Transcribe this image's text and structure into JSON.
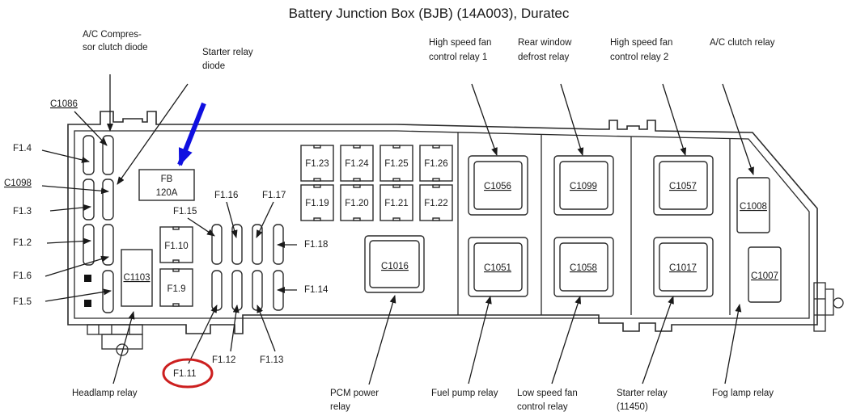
{
  "title": "Battery Junction Box (BJB) (14A003), Duratec",
  "highlight": {
    "arrow_color": "#1010e0",
    "circle_color": "#cc1f1f",
    "circled_label": "F1.11",
    "arrow_target": "FB 120A"
  },
  "top_labels": {
    "ac_compressor_diode": [
      "A/C Compres-",
      "sor clutch diode"
    ],
    "starter_relay_diode": [
      "Starter relay",
      "diode"
    ],
    "hs_fan_relay_1": [
      "High speed fan",
      "control relay 1"
    ],
    "rear_defrost_relay": [
      "Rear window",
      "defrost relay"
    ],
    "hs_fan_relay_2": [
      "High speed fan",
      "control relay 2"
    ],
    "ac_clutch_relay": [
      "A/C clutch relay"
    ]
  },
  "bottom_labels": {
    "headlamp_relay": [
      "Headlamp relay"
    ],
    "pcm_power_relay": [
      "PCM power",
      "relay"
    ],
    "fuel_pump_relay": [
      "Fuel pump relay"
    ],
    "low_speed_fan_relay": [
      "Low speed fan",
      "control relay"
    ],
    "starter_relay": [
      "Starter relay",
      "(11450)"
    ],
    "fog_lamp_relay": [
      "Fog lamp relay"
    ]
  },
  "left_labels": {
    "c1086": "C1086",
    "f1_4": "F1.4",
    "c1098": "C1098",
    "f1_3": "F1.3",
    "f1_2": "F1.2",
    "f1_6": "F1.6",
    "f1_5": "F1.5"
  },
  "fuse_labels": {
    "fb": [
      "FB",
      "120A"
    ],
    "f1_15": "F1.15",
    "f1_16": "F1.16",
    "f1_17": "F1.17",
    "f1_18": "F1.18",
    "f1_14": "F1.14",
    "f1_10": "F1.10",
    "f1_9": "F1.9",
    "c1103": "C1103",
    "f1_11": "F1.11",
    "f1_12": "F1.12",
    "f1_13": "F1.13"
  },
  "mini_fuses_top": [
    "F1.23",
    "F1.24",
    "F1.25",
    "F1.26"
  ],
  "mini_fuses_bottom": [
    "F1.19",
    "F1.20",
    "F1.21",
    "F1.22"
  ],
  "relays": {
    "c1016": "C1016",
    "c1056": "C1056",
    "c1051": "C1051",
    "c1099": "C1099",
    "c1058": "C1058",
    "c1057": "C1057",
    "c1017": "C1017",
    "c1008": "C1008",
    "c1007": "C1007"
  }
}
